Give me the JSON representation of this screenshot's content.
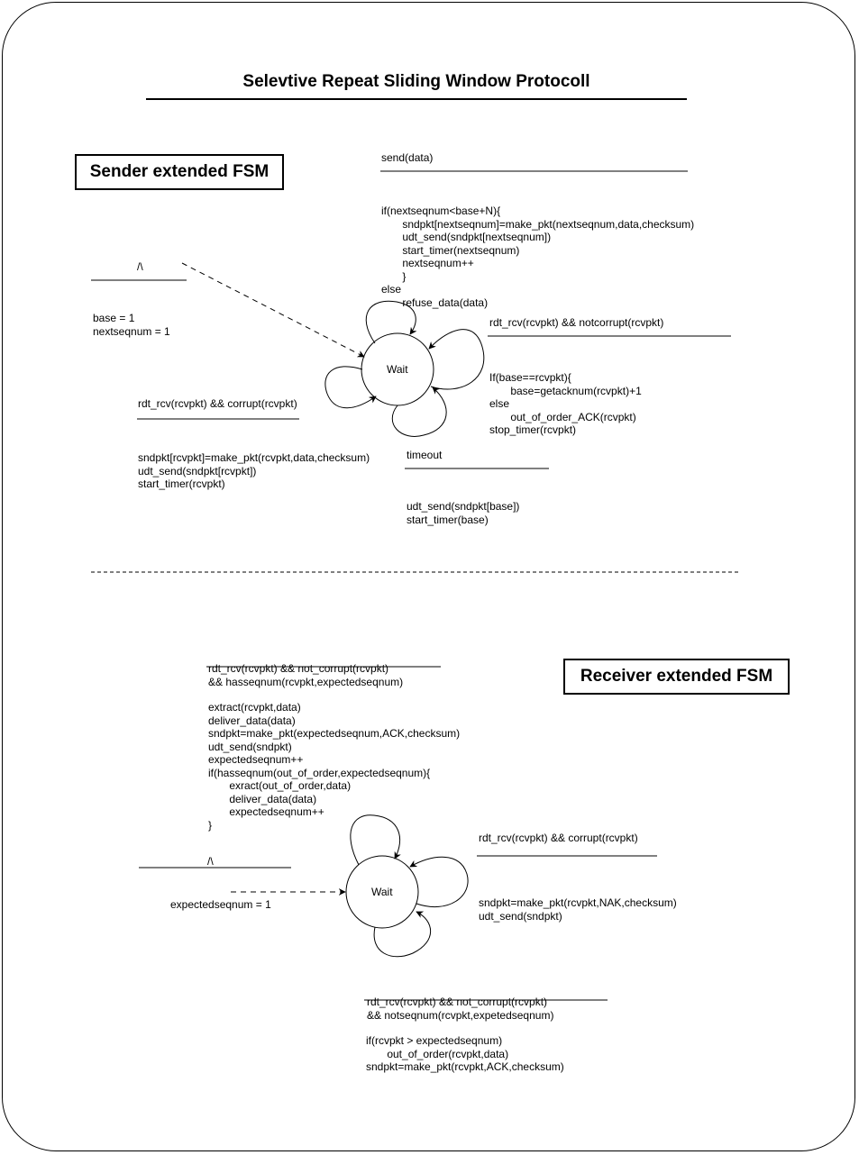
{
  "title": "Selevtive Repeat Sliding Window Protocoll",
  "sender": {
    "label": "Sender extended FSM",
    "state": "Wait",
    "init_event": "/\\",
    "init_actions": [
      "base = 1",
      "nextseqnum = 1"
    ],
    "send_event": "send(data)",
    "send_actions": [
      "if(nextseqnum<base+N){",
      "       sndpkt[nextseqnum]=make_pkt(nextseqnum,data,checksum)",
      "       udt_send(sndpkt[nextseqnum])",
      "       start_timer(nextseqnum)",
      "       nextseqnum++",
      "       }",
      "else",
      "       refuse_data(data)"
    ],
    "ack_event": "rdt_rcv(rcvpkt) && notcorrupt(rcvpkt)",
    "ack_actions": [
      "If(base==rcvpkt){",
      "       base=getacknum(rcvpkt)+1",
      "else",
      "       out_of_order_ACK(rcvpkt)",
      "stop_timer(rcvpkt)"
    ],
    "corrupt_event": "rdt_rcv(rcvpkt) && corrupt(rcvpkt)",
    "corrupt_actions": [
      "sndpkt[rcvpkt]=make_pkt(rcvpkt,data,checksum)",
      "udt_send(sndpkt[rcvpkt])",
      "start_timer(rcvpkt)"
    ],
    "timeout_event": "timeout",
    "timeout_actions": [
      "udt_send(sndpkt[base])",
      "start_timer(base)"
    ]
  },
  "receiver": {
    "label": "Receiver extended FSM",
    "state": "Wait",
    "init_event": "/\\",
    "init_actions": [
      "expectedseqnum = 1"
    ],
    "inorder_event": [
      "rdt_rcv(rcvpkt) && not_corrupt(rcvpkt)",
      "&& hasseqnum(rcvpkt,expectedseqnum)"
    ],
    "inorder_actions": [
      "extract(rcvpkt,data)",
      "deliver_data(data)",
      "sndpkt=make_pkt(expectedseqnum,ACK,checksum)",
      "udt_send(sndpkt)",
      "expectedseqnum++",
      "if(hasseqnum(out_of_order,expectedseqnum){",
      "       exract(out_of_order,data)",
      "       deliver_data(data)",
      "       expectedseqnum++",
      "}"
    ],
    "corrupt_event": "rdt_rcv(rcvpkt) && corrupt(rcvpkt)",
    "corrupt_actions": [
      "sndpkt=make_pkt(rcvpkt,NAK,checksum)",
      "udt_send(sndpkt)"
    ],
    "outorder_event": [
      "rdt_rcv(rcvpkt) && not_corrupt(rcvpkt)",
      "&& notseqnum(rcvpkt,expetedseqnum)"
    ],
    "outorder_actions": [
      "if(rcvpkt > expectedseqnum)",
      "       out_of_order(rcvpkt,data)",
      "sndpkt=make_pkt(rcvpkt,ACK,checksum)"
    ]
  }
}
